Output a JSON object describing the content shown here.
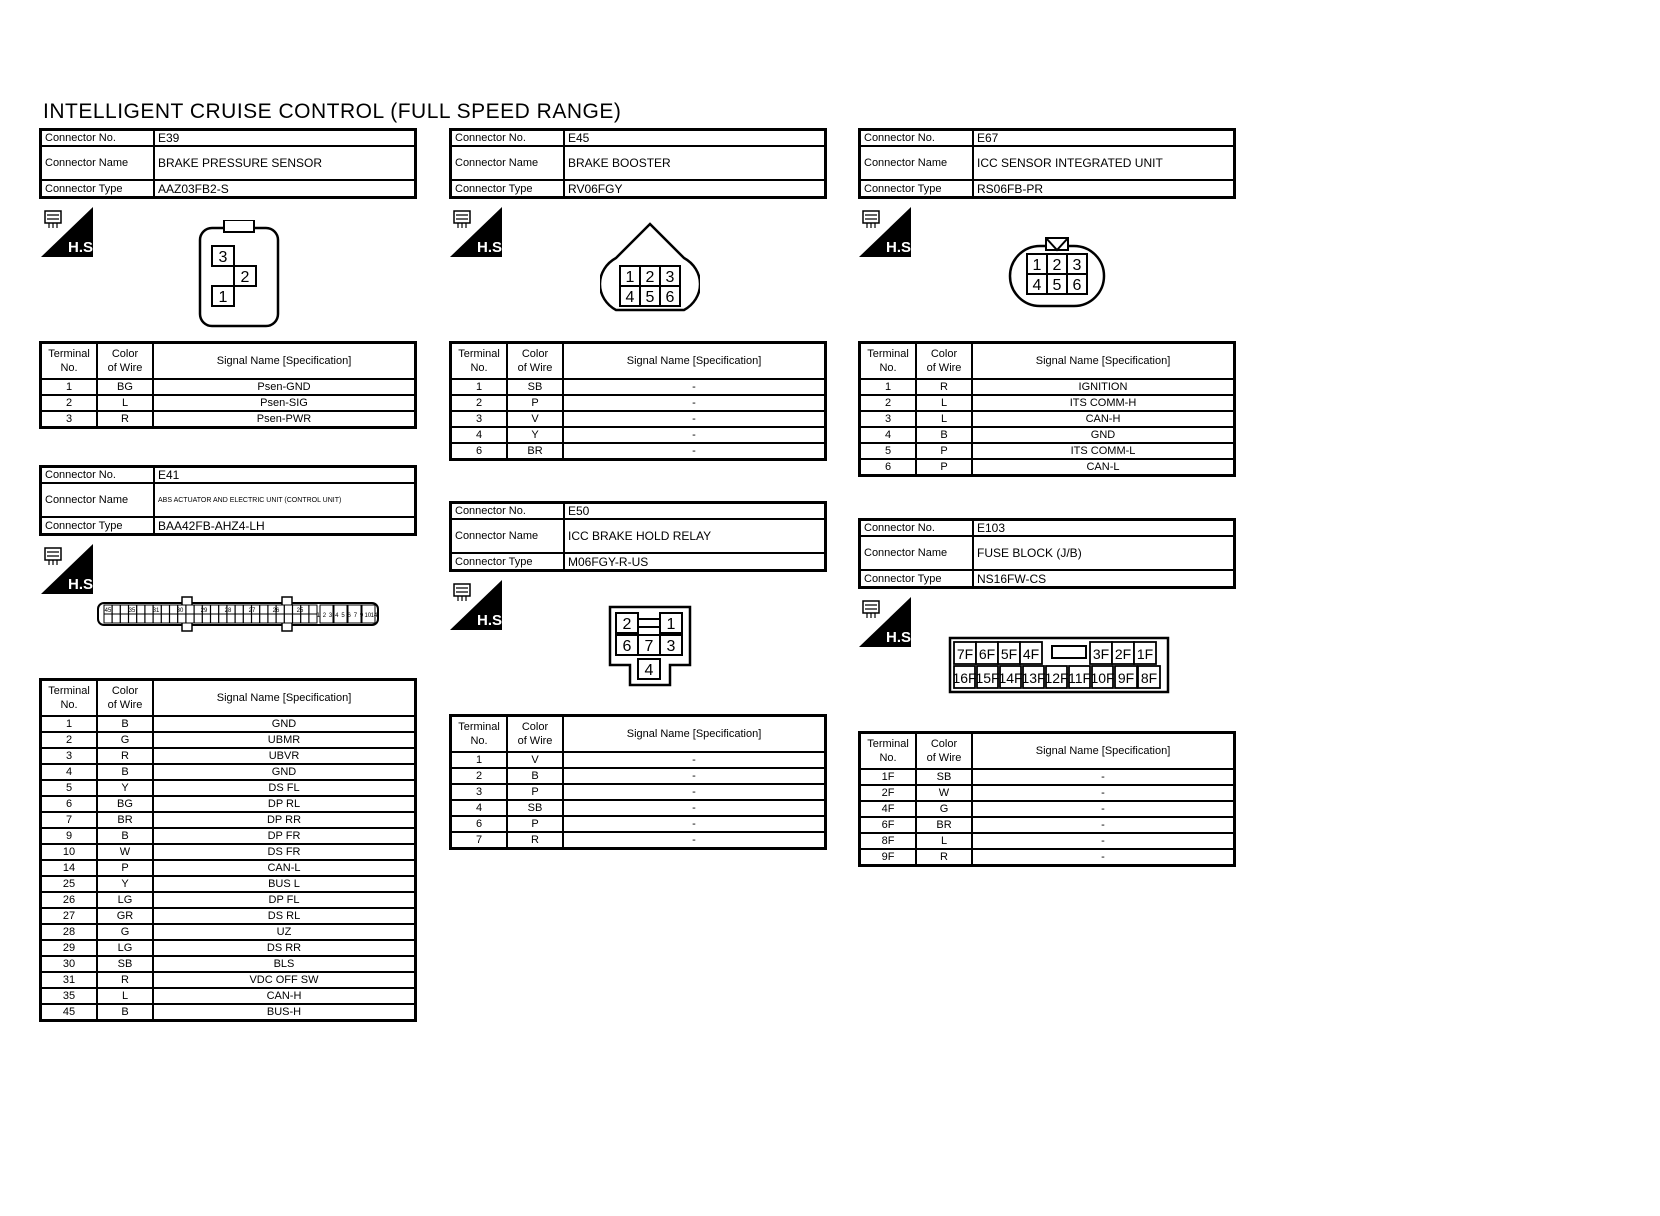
{
  "page_title": "INTELLIGENT CRUISE CONTROL (FULL SPEED RANGE)",
  "labels": {
    "connector_no": "Connector No.",
    "connector_name": "Connector Name",
    "connector_type": "Connector Type",
    "terminal_no_1": "Terminal",
    "terminal_no_2": "No.",
    "color_1": "Color",
    "color_2": "of Wire",
    "signal": "Signal Name [Specification]",
    "hs": "H.S."
  },
  "connectors": {
    "e39": {
      "no": "E39",
      "name": "BRAKE PRESSURE SENSOR",
      "type": "AAZ03FB2-S",
      "rows": [
        [
          "1",
          "BG",
          "Psen-GND"
        ],
        [
          "2",
          "L",
          "Psen-SIG"
        ],
        [
          "3",
          "R",
          "Psen-PWR"
        ]
      ]
    },
    "e41": {
      "no": "E41",
      "name": "ABS ACTUATOR AND ELECTRIC UNIT (CONTROL UNIT)",
      "type": "BAA42FB-AHZ4-LH",
      "rows": [
        [
          "1",
          "B",
          "GND"
        ],
        [
          "2",
          "G",
          "UBMR"
        ],
        [
          "3",
          "R",
          "UBVR"
        ],
        [
          "4",
          "B",
          "GND"
        ],
        [
          "5",
          "Y",
          "DS FL"
        ],
        [
          "6",
          "BG",
          "DP RL"
        ],
        [
          "7",
          "BR",
          "DP RR"
        ],
        [
          "9",
          "B",
          "DP FR"
        ],
        [
          "10",
          "W",
          "DS FR"
        ],
        [
          "14",
          "P",
          "CAN-L"
        ],
        [
          "25",
          "Y",
          "BUS L"
        ],
        [
          "26",
          "LG",
          "DP FL"
        ],
        [
          "27",
          "GR",
          "DS RL"
        ],
        [
          "28",
          "G",
          "UZ"
        ],
        [
          "29",
          "LG",
          "DS RR"
        ],
        [
          "30",
          "SB",
          "BLS"
        ],
        [
          "31",
          "R",
          "VDC OFF SW"
        ],
        [
          "35",
          "L",
          "CAN-H"
        ],
        [
          "45",
          "B",
          "BUS-H"
        ]
      ]
    },
    "e45": {
      "no": "E45",
      "name": "BRAKE BOOSTER",
      "type": "RV06FGY",
      "rows": [
        [
          "1",
          "SB",
          "-"
        ],
        [
          "2",
          "P",
          "-"
        ],
        [
          "3",
          "V",
          "-"
        ],
        [
          "4",
          "Y",
          "-"
        ],
        [
          "6",
          "BR",
          "-"
        ]
      ]
    },
    "e50": {
      "no": "E50",
      "name": "ICC BRAKE HOLD RELAY",
      "type": "M06FGY-R-US",
      "rows": [
        [
          "1",
          "V",
          "-"
        ],
        [
          "2",
          "B",
          "-"
        ],
        [
          "3",
          "P",
          "-"
        ],
        [
          "4",
          "SB",
          "-"
        ],
        [
          "6",
          "P",
          "-"
        ],
        [
          "7",
          "R",
          "-"
        ]
      ]
    },
    "e67": {
      "no": "E67",
      "name": "ICC SENSOR INTEGRATED UNIT",
      "type": "RS06FB-PR",
      "rows": [
        [
          "1",
          "R",
          "IGNITION"
        ],
        [
          "2",
          "L",
          "ITS COMM-H"
        ],
        [
          "3",
          "L",
          "CAN-H"
        ],
        [
          "4",
          "B",
          "GND"
        ],
        [
          "5",
          "P",
          "ITS COMM-L"
        ],
        [
          "6",
          "P",
          "CAN-L"
        ]
      ]
    },
    "e103": {
      "no": "E103",
      "name": "FUSE BLOCK (J/B)",
      "type": "NS16FW-CS",
      "rows": [
        [
          "1F",
          "SB",
          "-"
        ],
        [
          "2F",
          "W",
          "-"
        ],
        [
          "4F",
          "G",
          "-"
        ],
        [
          "6F",
          "BR",
          "-"
        ],
        [
          "8F",
          "L",
          "-"
        ],
        [
          "9F",
          "R",
          "-"
        ]
      ]
    }
  },
  "pins": {
    "e39": [
      "3",
      "2",
      "1"
    ],
    "e45": [
      "1",
      "2",
      "3",
      "4",
      "5",
      "6"
    ],
    "e50": [
      "2",
      "1",
      "6",
      "7",
      "3",
      "4"
    ],
    "e67": [
      "1",
      "2",
      "3",
      "4",
      "5",
      "6"
    ],
    "e103_top": [
      "7F",
      "6F",
      "5F",
      "4F",
      "3F",
      "2F",
      "1F"
    ],
    "e103_bottom": [
      "16F",
      "15F",
      "14F",
      "13F",
      "12F",
      "11F",
      "10F",
      "9F",
      "8F"
    ],
    "e41_top": [
      "45",
      "35",
      "31",
      "30",
      "29",
      "28",
      "27",
      "26",
      "25"
    ],
    "e41_right": [
      "14",
      "10",
      "9",
      "7",
      "6",
      "5",
      "4",
      "3",
      "2",
      "1"
    ]
  }
}
